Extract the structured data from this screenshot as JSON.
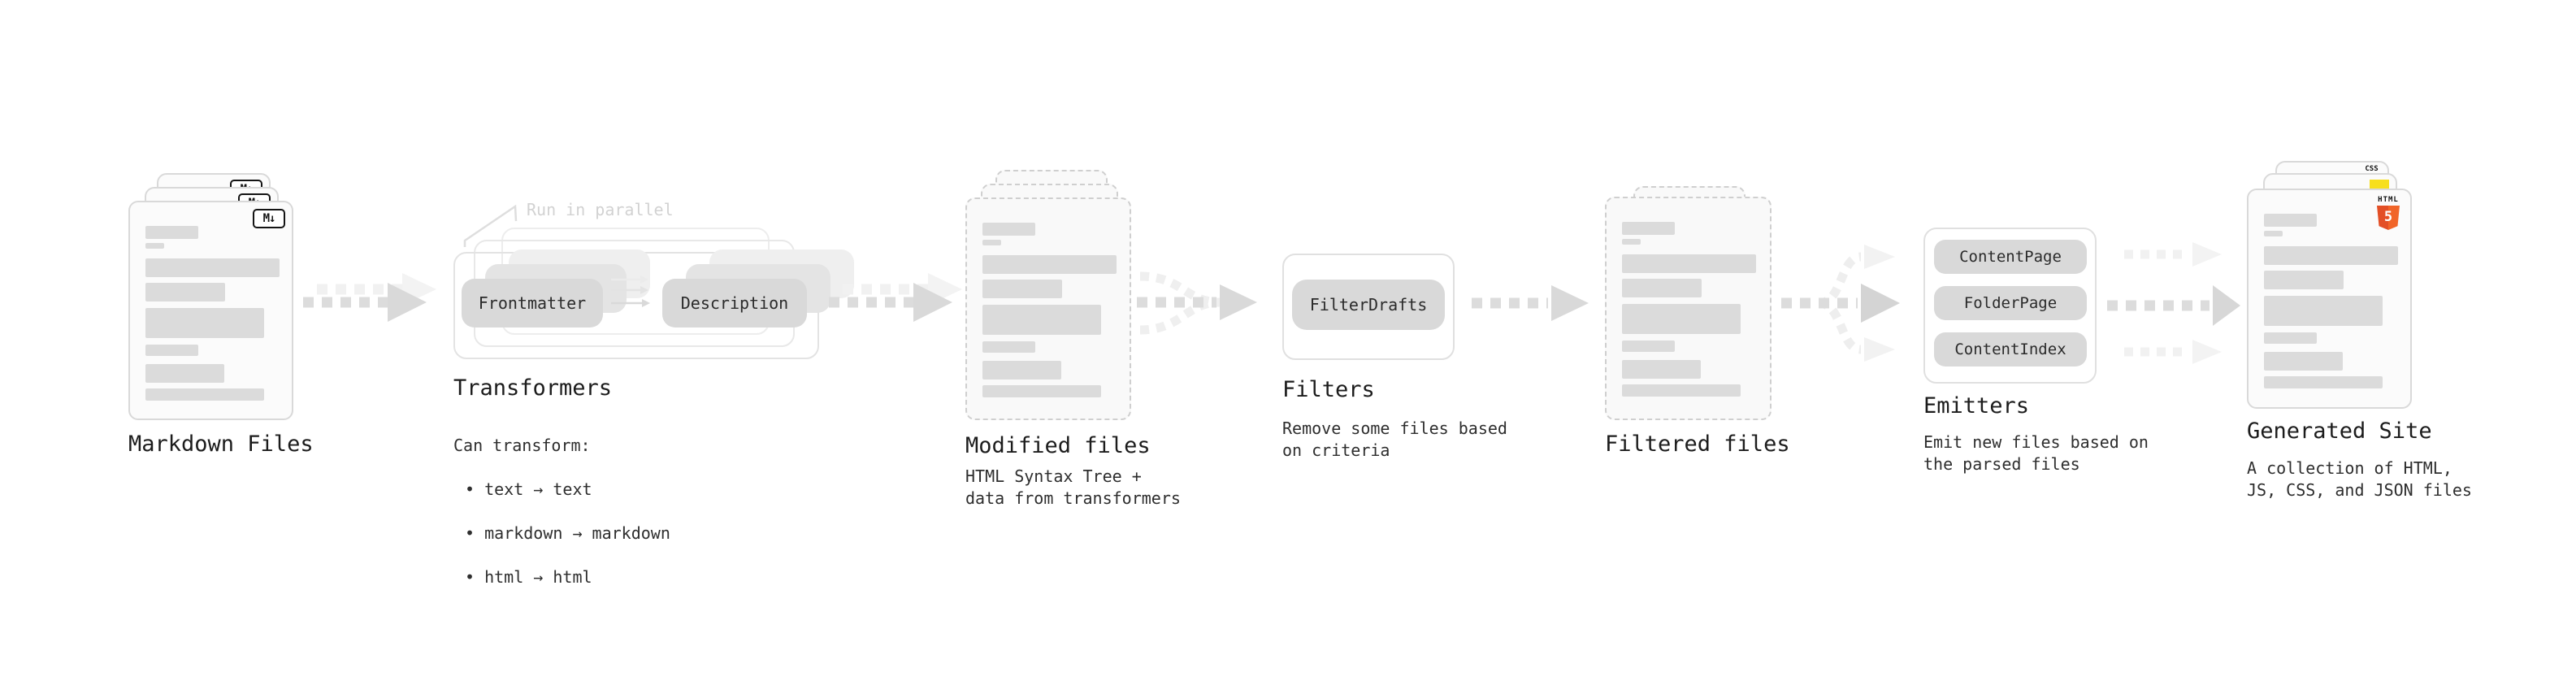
{
  "pipeline": {
    "markdown_files": {
      "title": "Markdown Files",
      "icon_label": "M↓"
    },
    "transformers": {
      "annotation": "Run in parallel",
      "left_button": "Frontmatter",
      "right_button": "Description",
      "title": "Transformers",
      "caption_heading": "Can transform:",
      "bullets": [
        "• text → text",
        "• markdown → markdown",
        "• html → html"
      ]
    },
    "modified_files": {
      "title": "Modified files",
      "caption": "HTML Syntax Tree +\ndata from transformers"
    },
    "filters": {
      "title": "Filters",
      "button": "FilterDrafts",
      "caption": "Remove some files based\non criteria"
    },
    "filtered_files": {
      "title": "Filtered files"
    },
    "emitters": {
      "title": "Emitters",
      "buttons": [
        "ContentPage",
        "FolderPage",
        "ContentIndex"
      ],
      "caption": "Emit new files based on\nthe parsed files"
    },
    "generated_site": {
      "title": "Generated Site",
      "caption": "A collection of HTML,\nJS, CSS, and JSON files",
      "badge_css": "CSS",
      "badge_html_label": "HTML",
      "badge_html_number": "5"
    }
  },
  "colors": {
    "html5_orange": "#e34f26",
    "js_yellow": "#f7df1e",
    "css_blue": "#2965f1",
    "arrow_gray": "#dcdcdc",
    "bar_gray": "#dbdbdb",
    "annotation_gray": "#d2d2d2"
  }
}
